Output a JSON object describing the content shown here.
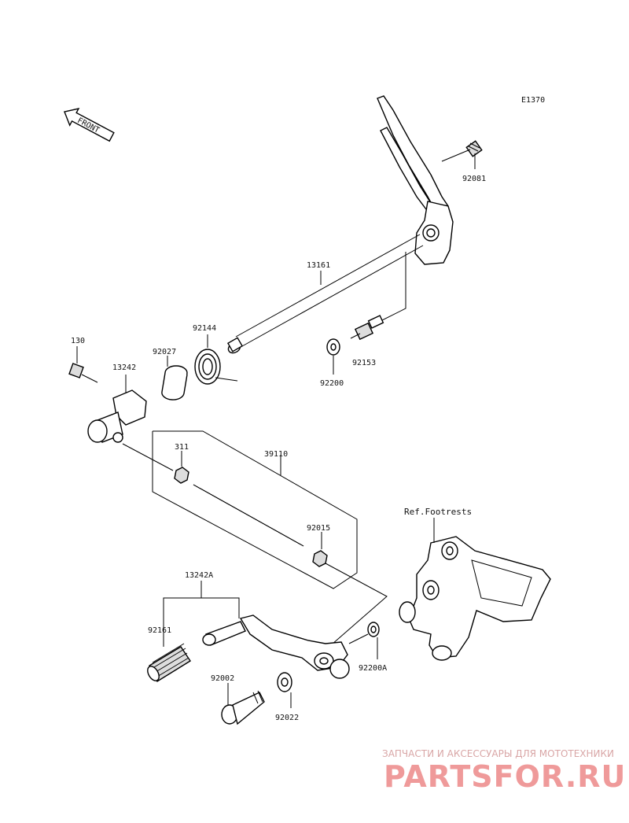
{
  "diagram_code": "E1370",
  "front_arrow_label": "FRONT",
  "ref_label": "Ref.Footrests",
  "parts": {
    "p92081": "92081",
    "p13161": "13161",
    "p92144": "92144",
    "p92027": "92027",
    "p130": "130",
    "p13242": "13242",
    "p92153": "92153",
    "p92200": "92200",
    "p311": "311",
    "p39110": "39110",
    "p92015": "92015",
    "p13242A": "13242A",
    "p92161": "92161",
    "p92200A": "92200A",
    "p92002": "92002",
    "p92022": "92022"
  },
  "watermark": {
    "tagline": "ЗАПЧАСТИ И АКСЕССУАРЫ ДЛЯ МОТОТЕХНИКИ",
    "brand": "PARTSFOR.RU"
  }
}
